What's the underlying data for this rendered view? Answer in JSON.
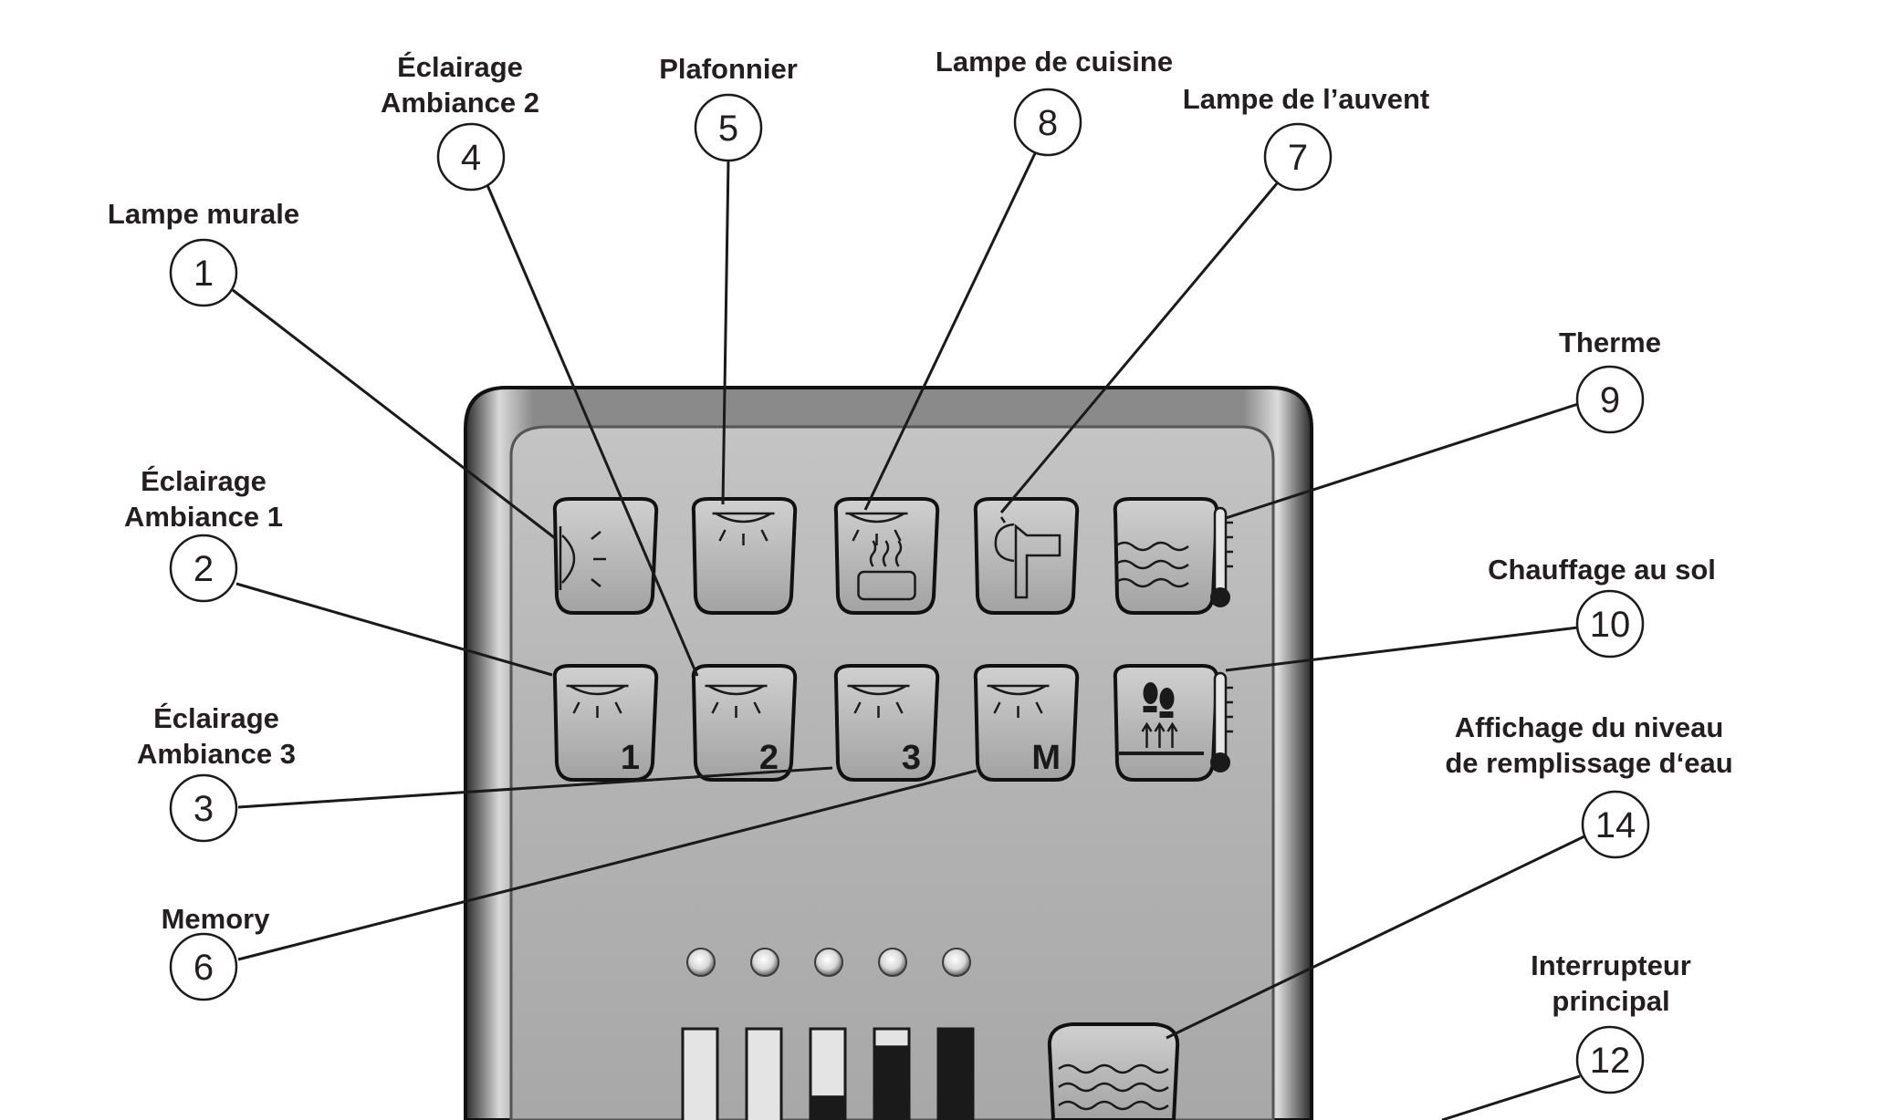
{
  "callouts": [
    {
      "id": "1",
      "number": "1",
      "label_lines": [
        "Lampe murale"
      ]
    },
    {
      "id": "2",
      "number": "2",
      "label_lines": [
        "Éclairage",
        "Ambiance 1"
      ]
    },
    {
      "id": "3",
      "number": "3",
      "label_lines": [
        "Éclairage",
        "Ambiance 3"
      ]
    },
    {
      "id": "4",
      "number": "4",
      "label_lines": [
        "Éclairage",
        "Ambiance 2"
      ]
    },
    {
      "id": "5",
      "number": "5",
      "label_lines": [
        "Plafonnier"
      ]
    },
    {
      "id": "6",
      "number": "6",
      "label_lines": [
        "Memory"
      ]
    },
    {
      "id": "7",
      "number": "7",
      "label_lines": [
        "Lampe de l’auvent"
      ]
    },
    {
      "id": "8",
      "number": "8",
      "label_lines": [
        "Lampe de cuisine"
      ]
    },
    {
      "id": "9",
      "number": "9",
      "label_lines": [
        "Therme"
      ]
    },
    {
      "id": "10",
      "number": "10",
      "label_lines": [
        "Chauffage au sol"
      ]
    },
    {
      "id": "12",
      "number": "12",
      "label_lines": [
        "Interrupteur",
        "principal"
      ]
    },
    {
      "id": "14",
      "number": "14",
      "label_lines": [
        "Affichage du niveau",
        "de remplissage d‘eau"
      ]
    }
  ],
  "buttons": {
    "row1": [
      {
        "name": "wall-lamp-button",
        "icon": "wall-lamp-icon"
      },
      {
        "name": "ceiling-light-button",
        "icon": "ceiling-lamp-icon"
      },
      {
        "name": "kitchen-lamp-button",
        "icon": "kitchen-lamp-icon"
      },
      {
        "name": "awning-lamp-button",
        "icon": "awning-lamp-icon"
      },
      {
        "name": "therme-button",
        "icon": "therme-thermometer-icon"
      }
    ],
    "row2": [
      {
        "name": "ambiance-1-button",
        "icon": "ceiling-lamp-icon",
        "digit": "1"
      },
      {
        "name": "ambiance-2-button",
        "icon": "ceiling-lamp-icon",
        "digit": "2"
      },
      {
        "name": "ambiance-3-button",
        "icon": "ceiling-lamp-icon",
        "digit": "3"
      },
      {
        "name": "memory-button",
        "icon": "ceiling-lamp-icon",
        "digit": "M"
      },
      {
        "name": "floor-heating-button",
        "icon": "floor-heating-icon"
      }
    ]
  },
  "water_level": {
    "bar_fill_fractions": [
      0.0,
      0.1,
      0.4,
      0.85,
      1.0
    ]
  },
  "colors": {
    "panel_frame": "#7a7a7a",
    "panel_face": "#b8b8b8",
    "ink": "#1a1a1a"
  }
}
